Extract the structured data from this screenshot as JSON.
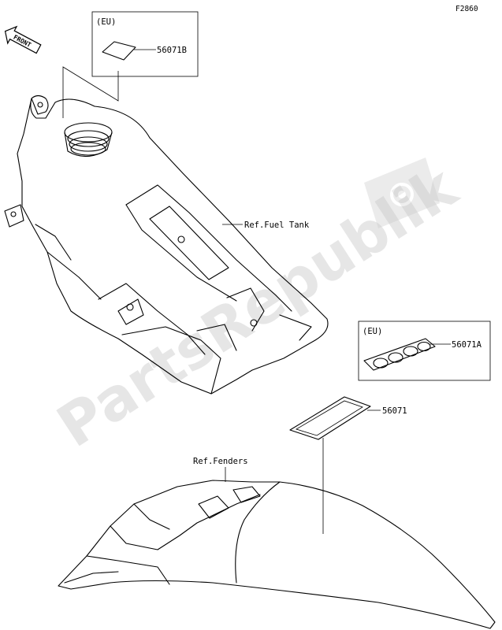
{
  "figure_code": "F2860",
  "front_badge": "FRONT",
  "watermark": "PartsRepublik",
  "labels": {
    "eu_box_top": "(EU)",
    "part_56071b": "56071B",
    "ref_fuel_tank": "Ref.Fuel Tank",
    "eu_box_right": "(EU)",
    "part_56071a": "56071A",
    "part_56071": "56071",
    "ref_fenders": "Ref.Fenders"
  }
}
